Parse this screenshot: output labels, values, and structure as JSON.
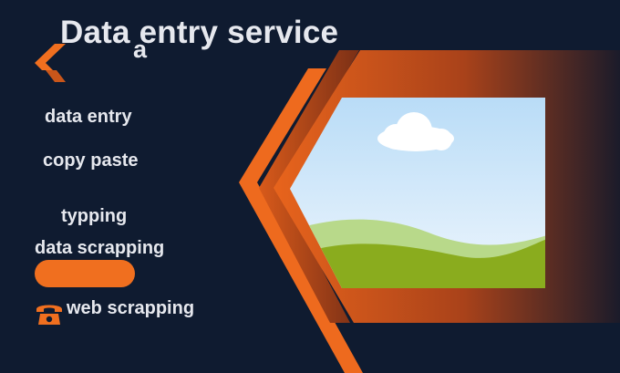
{
  "title": "Data entry service",
  "title_extra": "a",
  "services": [
    "data entry",
    "copy paste",
    "typping",
    "data scrapping",
    "web scrapping"
  ],
  "colors": {
    "background": "#0f1b30",
    "accent": "#f06f1f",
    "text": "#e6e8ee"
  },
  "icons": {
    "logo": "chevron-logo-icon",
    "phone": "telephone-icon",
    "image_placeholder": "landscape-image-icon"
  }
}
